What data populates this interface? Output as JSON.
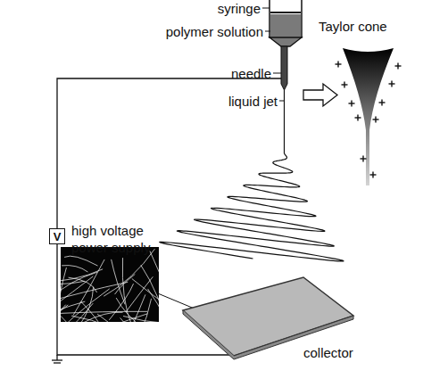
{
  "diagram": {
    "nodes": [
      {
        "text": [
          "V"
        ]
      }
    ],
    "labels": [
      "syringe",
      "polymer solution",
      "Taylor cone",
      "needle",
      "liquid jet",
      "high voltage power supply",
      "collector"
    ]
  }
}
